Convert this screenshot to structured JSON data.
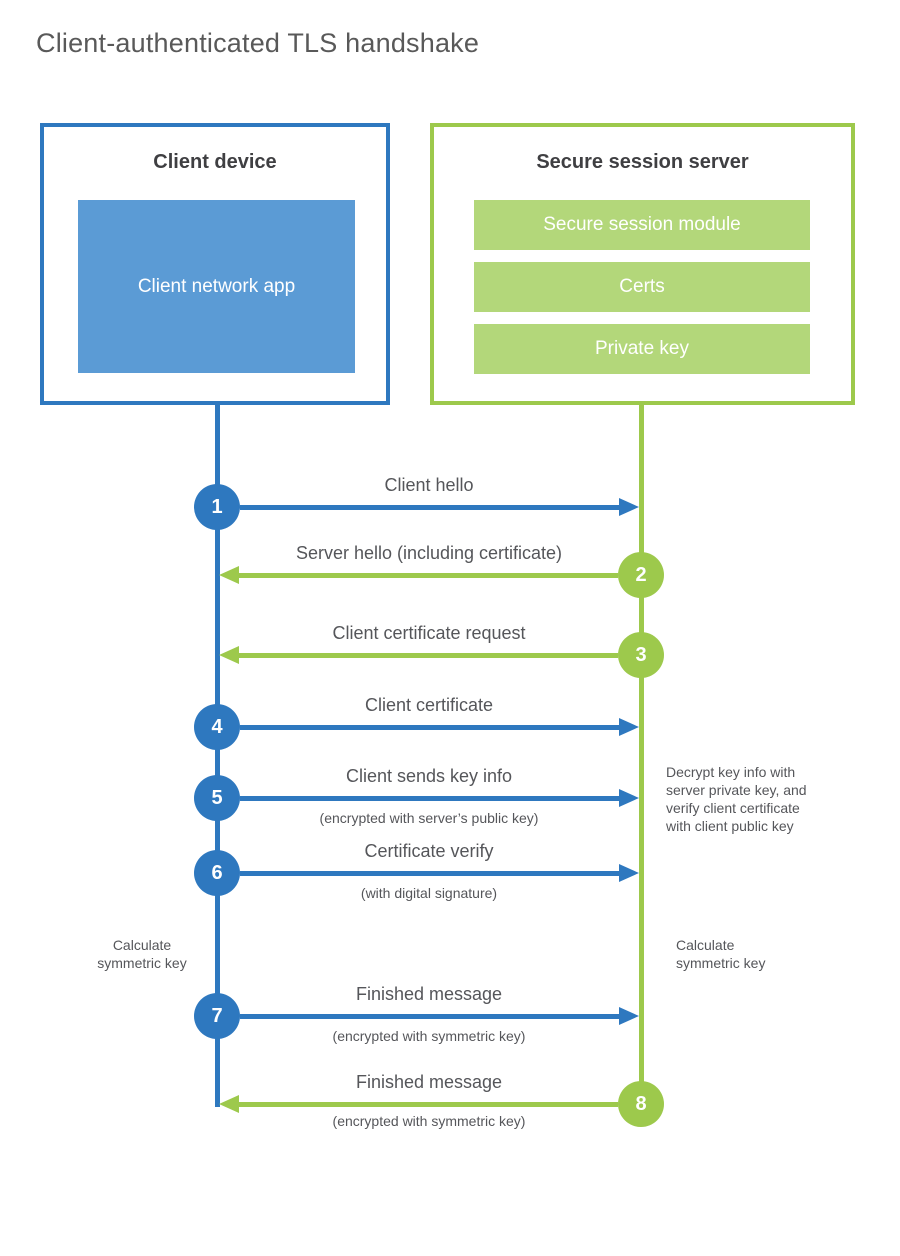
{
  "title": "Client-authenticated TLS handshake",
  "colors": {
    "blue": "#2e78bf",
    "blue_fill": "#5b9bd5",
    "green": "#9dc94c",
    "green_fill": "#b3d77a"
  },
  "client_box": {
    "title": "Client device",
    "module": "Client network app"
  },
  "server_box": {
    "title": "Secure session server",
    "modules": [
      "Secure session module",
      "Certs",
      "Private key"
    ]
  },
  "steps": [
    {
      "num": "1",
      "actor": "client",
      "direction": "client-to-server",
      "label": "Client hello"
    },
    {
      "num": "2",
      "actor": "server",
      "direction": "server-to-client",
      "label": "Server hello (including certificate)"
    },
    {
      "num": "3",
      "actor": "server",
      "direction": "server-to-client",
      "label": "Client certificate request"
    },
    {
      "num": "4",
      "actor": "client",
      "direction": "client-to-server",
      "label": "Client certificate"
    },
    {
      "num": "5",
      "actor": "client",
      "direction": "client-to-server",
      "label": "Client sends key info",
      "sub": "(encrypted with server’s public key)"
    },
    {
      "num": "6",
      "actor": "client",
      "direction": "client-to-server",
      "label": "Certificate verify",
      "sub": "(with digital signature)"
    },
    {
      "num": "7",
      "actor": "client",
      "direction": "client-to-server",
      "label": "Finished message",
      "sub": "(encrypted with symmetric key)"
    },
    {
      "num": "8",
      "actor": "server",
      "direction": "server-to-client",
      "label": "Finished message",
      "sub": "(encrypted with symmetric key)"
    }
  ],
  "annotations": {
    "decrypt_note": "Decrypt key info with\nserver private key, and\nverify client certificate\nwith client public key",
    "calc_left": "Calculate\nsymmetric key",
    "calc_right": "Calculate\nsymmetric key"
  }
}
